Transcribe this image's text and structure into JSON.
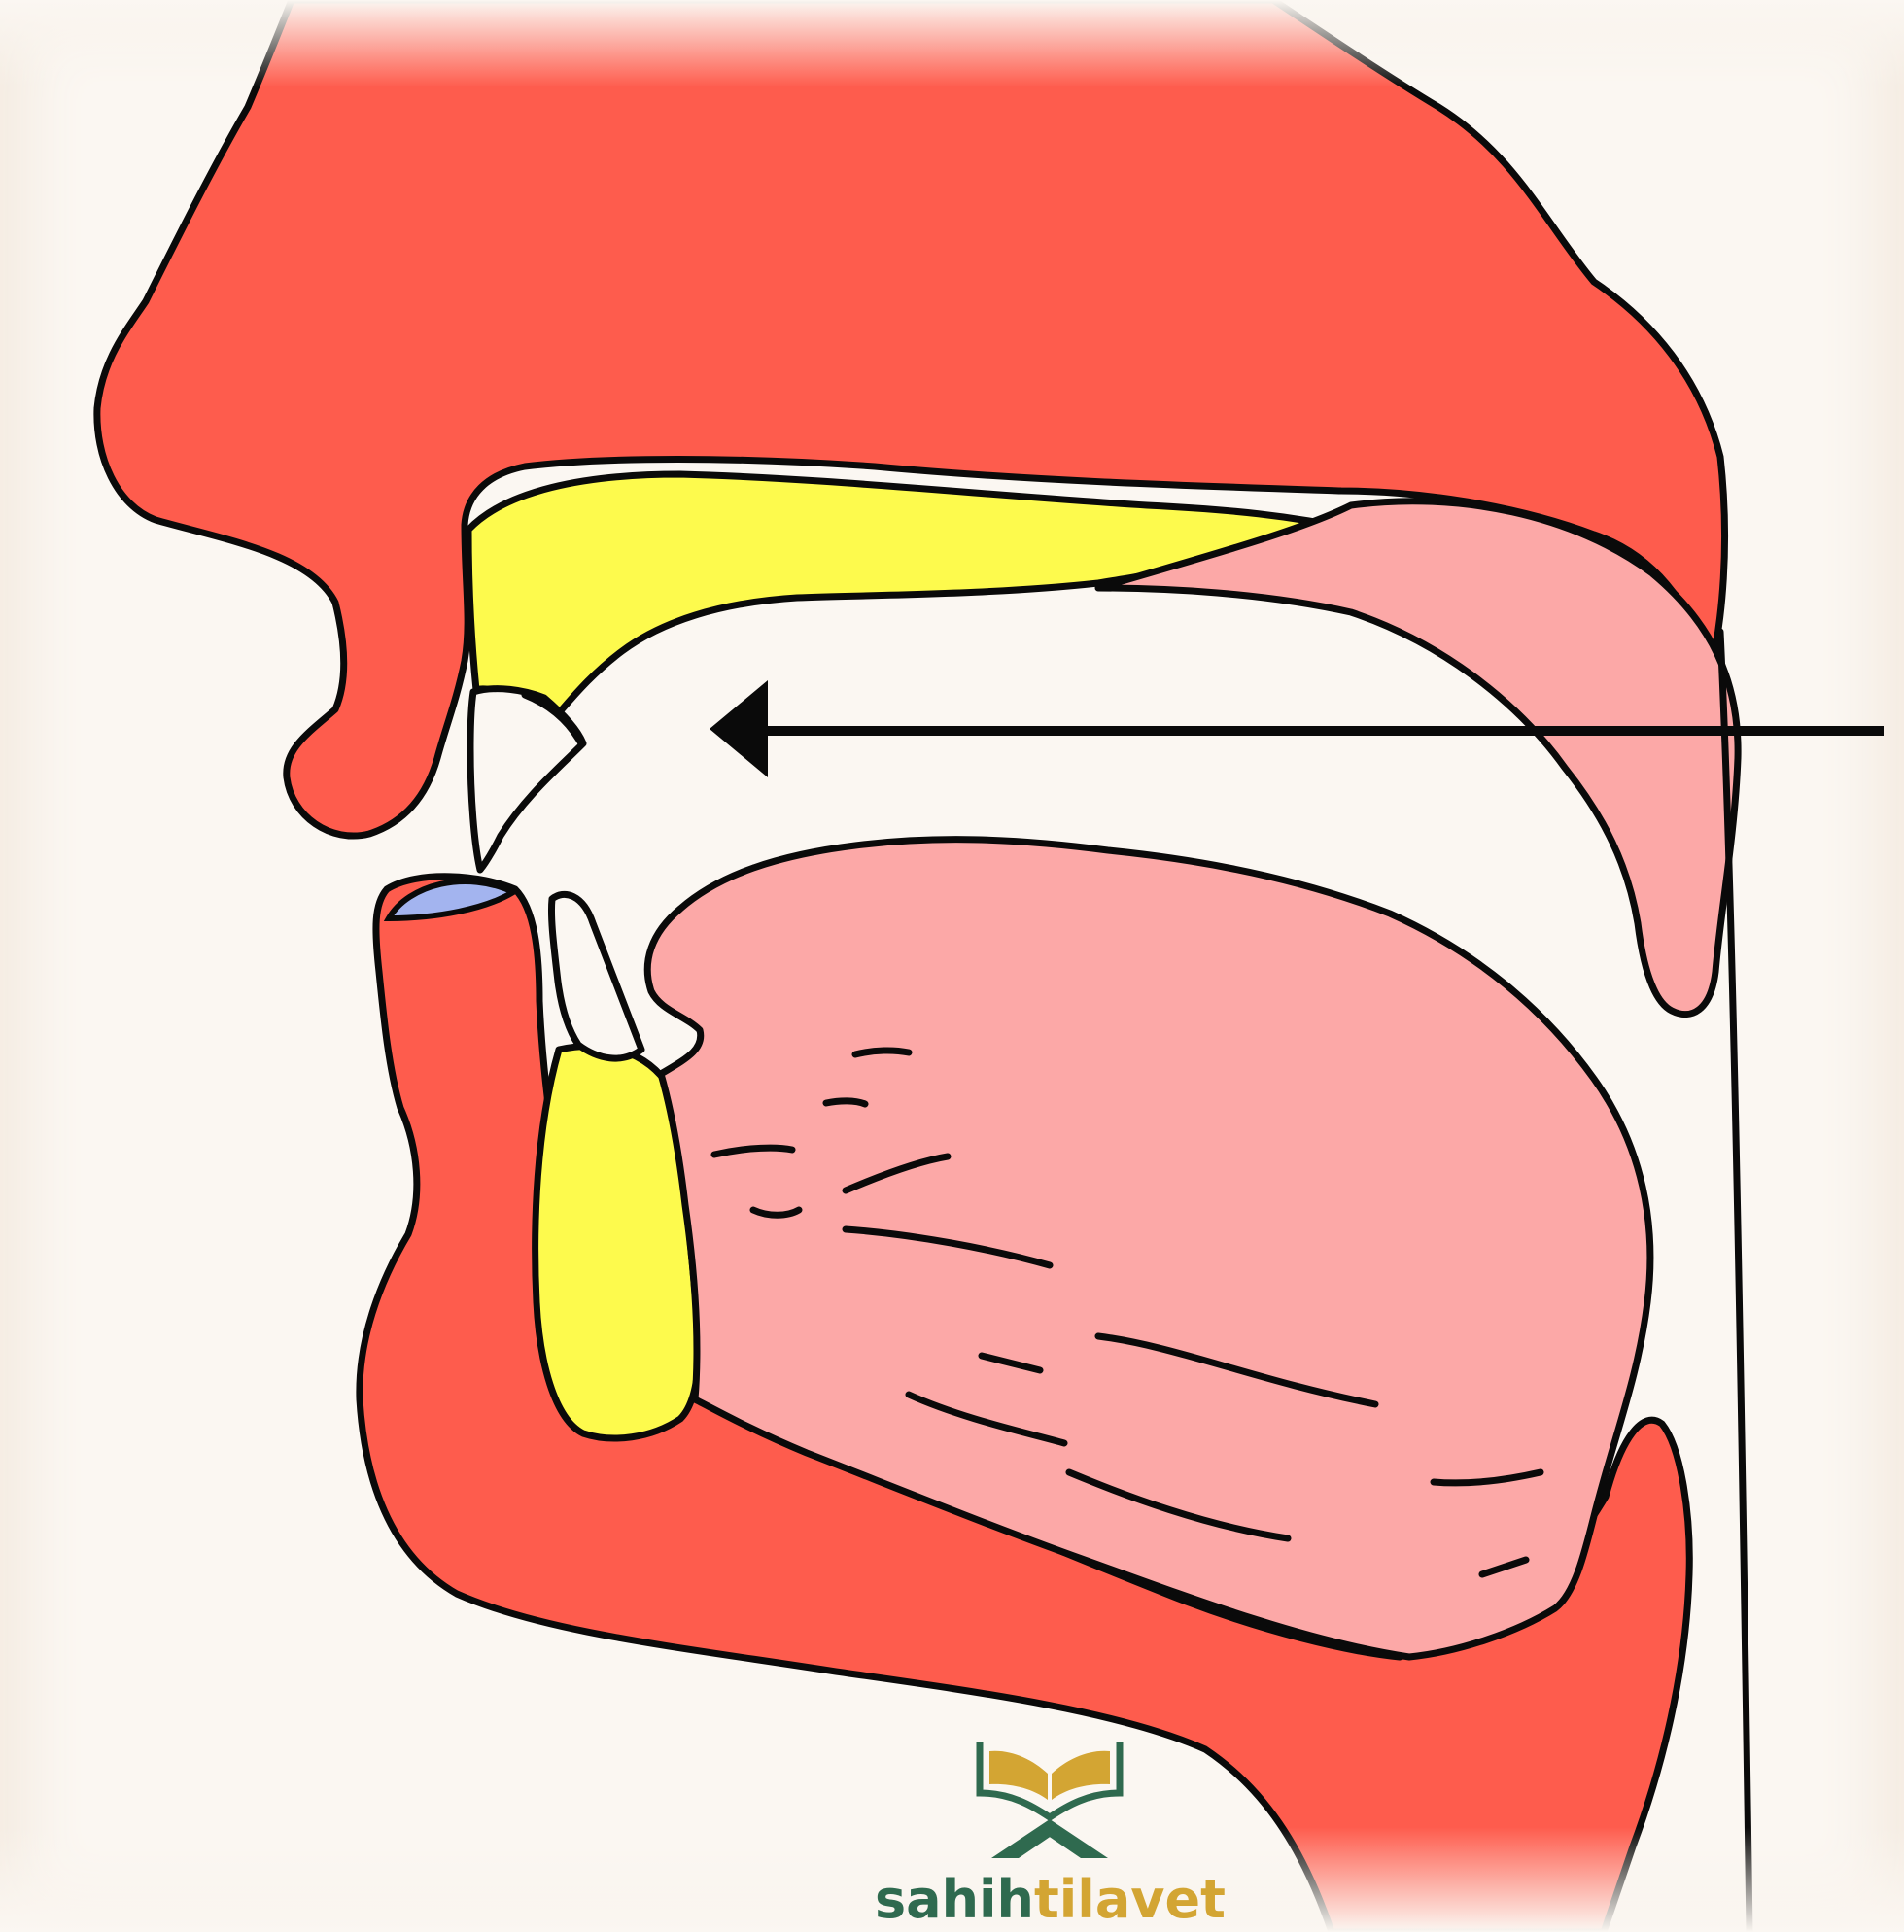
{
  "colors": {
    "background": "#fbf7f2",
    "flesh": "#fe5c4d",
    "bone": "#fdfa4d",
    "tongue": "#fca8a7",
    "lip_contact": "#a3b4ef",
    "outline": "#0a0a0a",
    "logo_green": "#2f6a4f",
    "logo_gold": "#d3a533"
  },
  "arrow": {
    "direction": "left",
    "pointing_to": "teeth-and-lip"
  },
  "logo": {
    "name_part_1": "sahih",
    "name_part_2": "tilavet",
    "icon": "open-book-on-stand-icon"
  }
}
